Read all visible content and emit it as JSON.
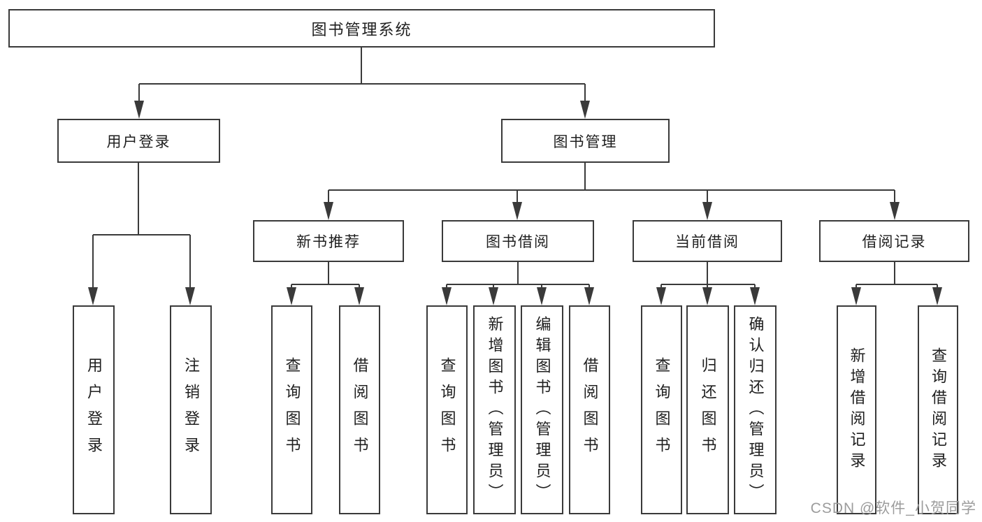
{
  "tree": {
    "root": {
      "label": "图书管理系统"
    },
    "user_login": {
      "label": "用户登录",
      "children": [
        {
          "label": "用户登录"
        },
        {
          "label": "注销登录"
        }
      ]
    },
    "book_management": {
      "label": "图书管理",
      "sections": [
        {
          "label": "新书推荐",
          "children": [
            {
              "label": "查询图书"
            },
            {
              "label": "借阅图书"
            }
          ]
        },
        {
          "label": "图书借阅",
          "children": [
            {
              "label": "查询图书"
            },
            {
              "label": "新增图书（管理员）"
            },
            {
              "label": "编辑图书（管理员）"
            },
            {
              "label": "借阅图书"
            }
          ]
        },
        {
          "label": "当前借阅",
          "children": [
            {
              "label": "查询图书"
            },
            {
              "label": "归还图书"
            },
            {
              "label": "确认归还（管理员）"
            }
          ]
        },
        {
          "label": "借阅记录",
          "children": [
            {
              "label": "新增借阅记录"
            },
            {
              "label": "查询借阅记录"
            }
          ]
        }
      ]
    }
  },
  "watermark": {
    "text": "CSDN @软件_小贺同学"
  },
  "colors": {
    "line": "#3a3a3a",
    "text": "#1f1f1f",
    "background": "#ffffff",
    "watermark": "#9c9c9c"
  }
}
